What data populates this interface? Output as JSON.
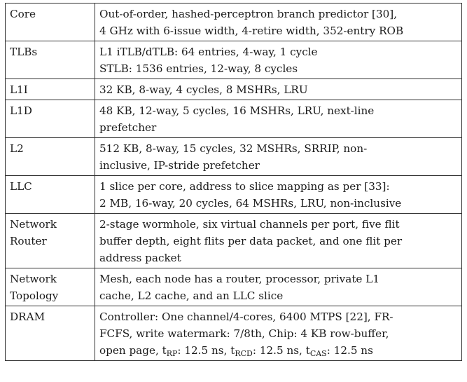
{
  "table": {
    "rows": [
      {
        "param": [
          "Core"
        ],
        "desc": [
          "Out-of-order, hashed-perceptron branch predictor [30],",
          "4 GHz with 6-issue width, 4-retire width, 352-entry ROB"
        ]
      },
      {
        "param": [
          "TLBs"
        ],
        "desc": [
          "L1 iTLB/dTLB: 64 entries, 4-way, 1 cycle",
          "STLB: 1536 entries, 12-way, 8 cycles"
        ]
      },
      {
        "param": [
          "L1I"
        ],
        "desc": [
          "32 KB, 8-way, 4 cycles, 8 MSHRs, LRU"
        ]
      },
      {
        "param": [
          "L1D"
        ],
        "desc": [
          "48 KB, 12-way, 5 cycles, 16 MSHRs, LRU, next-line",
          "prefetcher"
        ]
      },
      {
        "param": [
          "L2"
        ],
        "desc": [
          "512 KB, 8-way, 15 cycles, 32 MSHRs, SRRIP, non-",
          "inclusive, IP-stride prefetcher"
        ]
      },
      {
        "param": [
          "LLC"
        ],
        "desc": [
          "1 slice per core, address to slice mapping as per [33]:",
          "2 MB, 16-way, 20 cycles, 64 MSHRs, LRU, non-inclusive"
        ]
      },
      {
        "param": [
          "Network",
          "Router"
        ],
        "desc": [
          "2-stage wormhole, six virtual channels per port, five flit",
          "buffer depth, eight flits per data packet, and one flit per",
          "address packet"
        ]
      },
      {
        "param": [
          "Network",
          "Topology"
        ],
        "desc": [
          "Mesh, each node has a router, processor, private L1",
          "cache, L2 cache, and an LLC slice"
        ]
      },
      {
        "param": [
          "DRAM"
        ],
        "desc": [
          "Controller: One channel/4-cores, 6400 MTPS [22], FR-",
          "FCFS, write watermark: 7/8th, Chip: 4 KB row-buffer,"
        ],
        "timing": {
          "prefix": "open page, t",
          "rp_sub": "RP",
          "rp_val": ": 12.5 ns, t",
          "rcd_sub": "RCD",
          "rcd_val": ": 12.5 ns, t",
          "cas_sub": "CAS",
          "cas_val": ": 12.5 ns"
        }
      }
    ]
  }
}
